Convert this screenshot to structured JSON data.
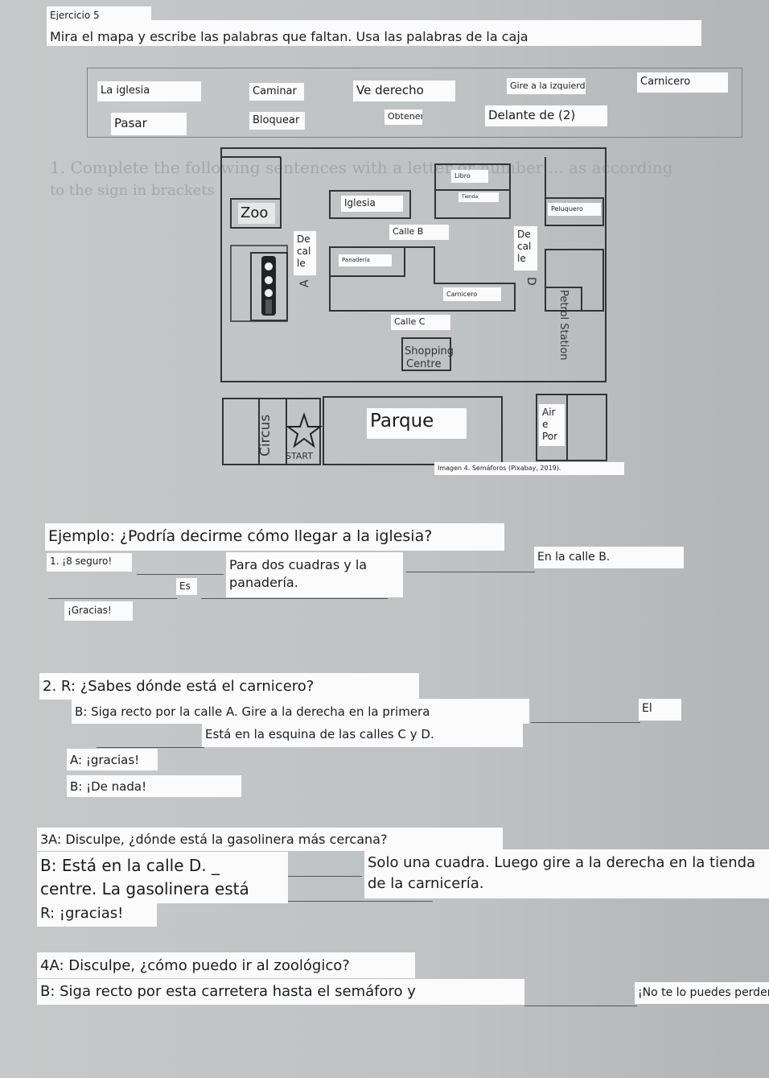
{
  "header": {
    "exercise": "Ejercicio 5",
    "instructions": "Mira el mapa y escribe las palabras que faltan. Usa las palabras de la caja"
  },
  "wordbox": [
    "La iglesia",
    "Caminar",
    "Ve derecho",
    "Gire a la izquierda",
    "Carnicero",
    "Pasar",
    "Bloquear",
    "Obtener",
    "Delante de (2)"
  ],
  "map": {
    "zoo": "Zoo",
    "libro": "Libro",
    "tienda": "Tienda",
    "iglesia": "Iglesia",
    "peluquero": "Peluquero",
    "calle_b": "Calle B",
    "calle_a_label": "De\ncal\nle",
    "calle_a_letter": "A",
    "calle_d_label": "De\ncal\nle",
    "calle_d_letter": "D",
    "panaderia": "Panadería",
    "carnicero": "Carnicero",
    "petrol": "Petrol Station",
    "calle_c": "Calle C",
    "shopping": "Shopping",
    "centre": "Centre",
    "circus": "Circus",
    "start": "START",
    "parque": "Parque",
    "aire": "Air\ne\nPor",
    "caption": "Imagen 4. Semáforos (Pixabay, 2019)."
  },
  "q_example": {
    "prompt": "Ejemplo: ¿Podría decirme cómo llegar a la iglesia?",
    "a1": "1. ¡8 seguro!",
    "a2_line1": "Para dos cuadras y la",
    "a2_line2": "panadería.",
    "a3": "En la calle B.",
    "es": "Es",
    "gracias": "¡Gracias!"
  },
  "q2": {
    "prompt": "2. R: ¿Sabes dónde está el carnicero?",
    "b1": "B: Siga recto por la calle A. Gire a la derecha en la primera",
    "el": "El",
    "b2": "Está en la esquina de las calles C y D.",
    "a": "A: ¡gracias!",
    "b3": "B: ¡De nada!"
  },
  "q3": {
    "prompt": "3A: Disculpe, ¿dónde está la gasolinera más cercana?",
    "b1": "B: Está en la calle D. _",
    "b2": "centre. La gasolinera está",
    "c1": "Solo una cuadra. Luego gire a la derecha en la tienda",
    "c2": "de la carnicería.",
    "r": "R: ¡gracias!"
  },
  "q4": {
    "prompt": "4A: Disculpe, ¿cómo puedo ir al zoológico?",
    "b": "B: Siga recto por esta carretera hasta el semáforo y",
    "end": "¡No te lo puedes perder!"
  }
}
